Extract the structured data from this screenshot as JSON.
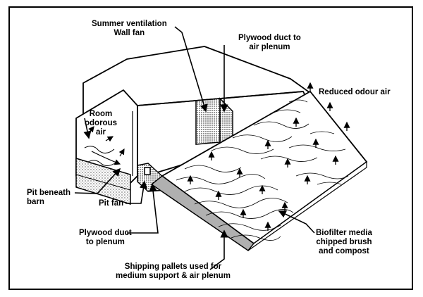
{
  "labels": {
    "summer_fan": "Summer ventilation\nWall fan",
    "plywood_duct_plenum": "Plywood duct to\nair plenum",
    "reduced_odour": "Reduced odour air",
    "room_air": "Room\nodorous\nair",
    "pit_beneath": "Pit beneath\nbarn",
    "pit_fan": "Pit fan",
    "plywood_duct_pit": "Plywood duct\nto plenum",
    "pallets": "Shipping pallets used for\nmedium support & air plenum",
    "biofilter": "Biofilter media\nchipped brush\nand compost"
  },
  "colors": {
    "ink": "#000000",
    "paper": "#ffffff",
    "shade": "#b0b0b0"
  }
}
